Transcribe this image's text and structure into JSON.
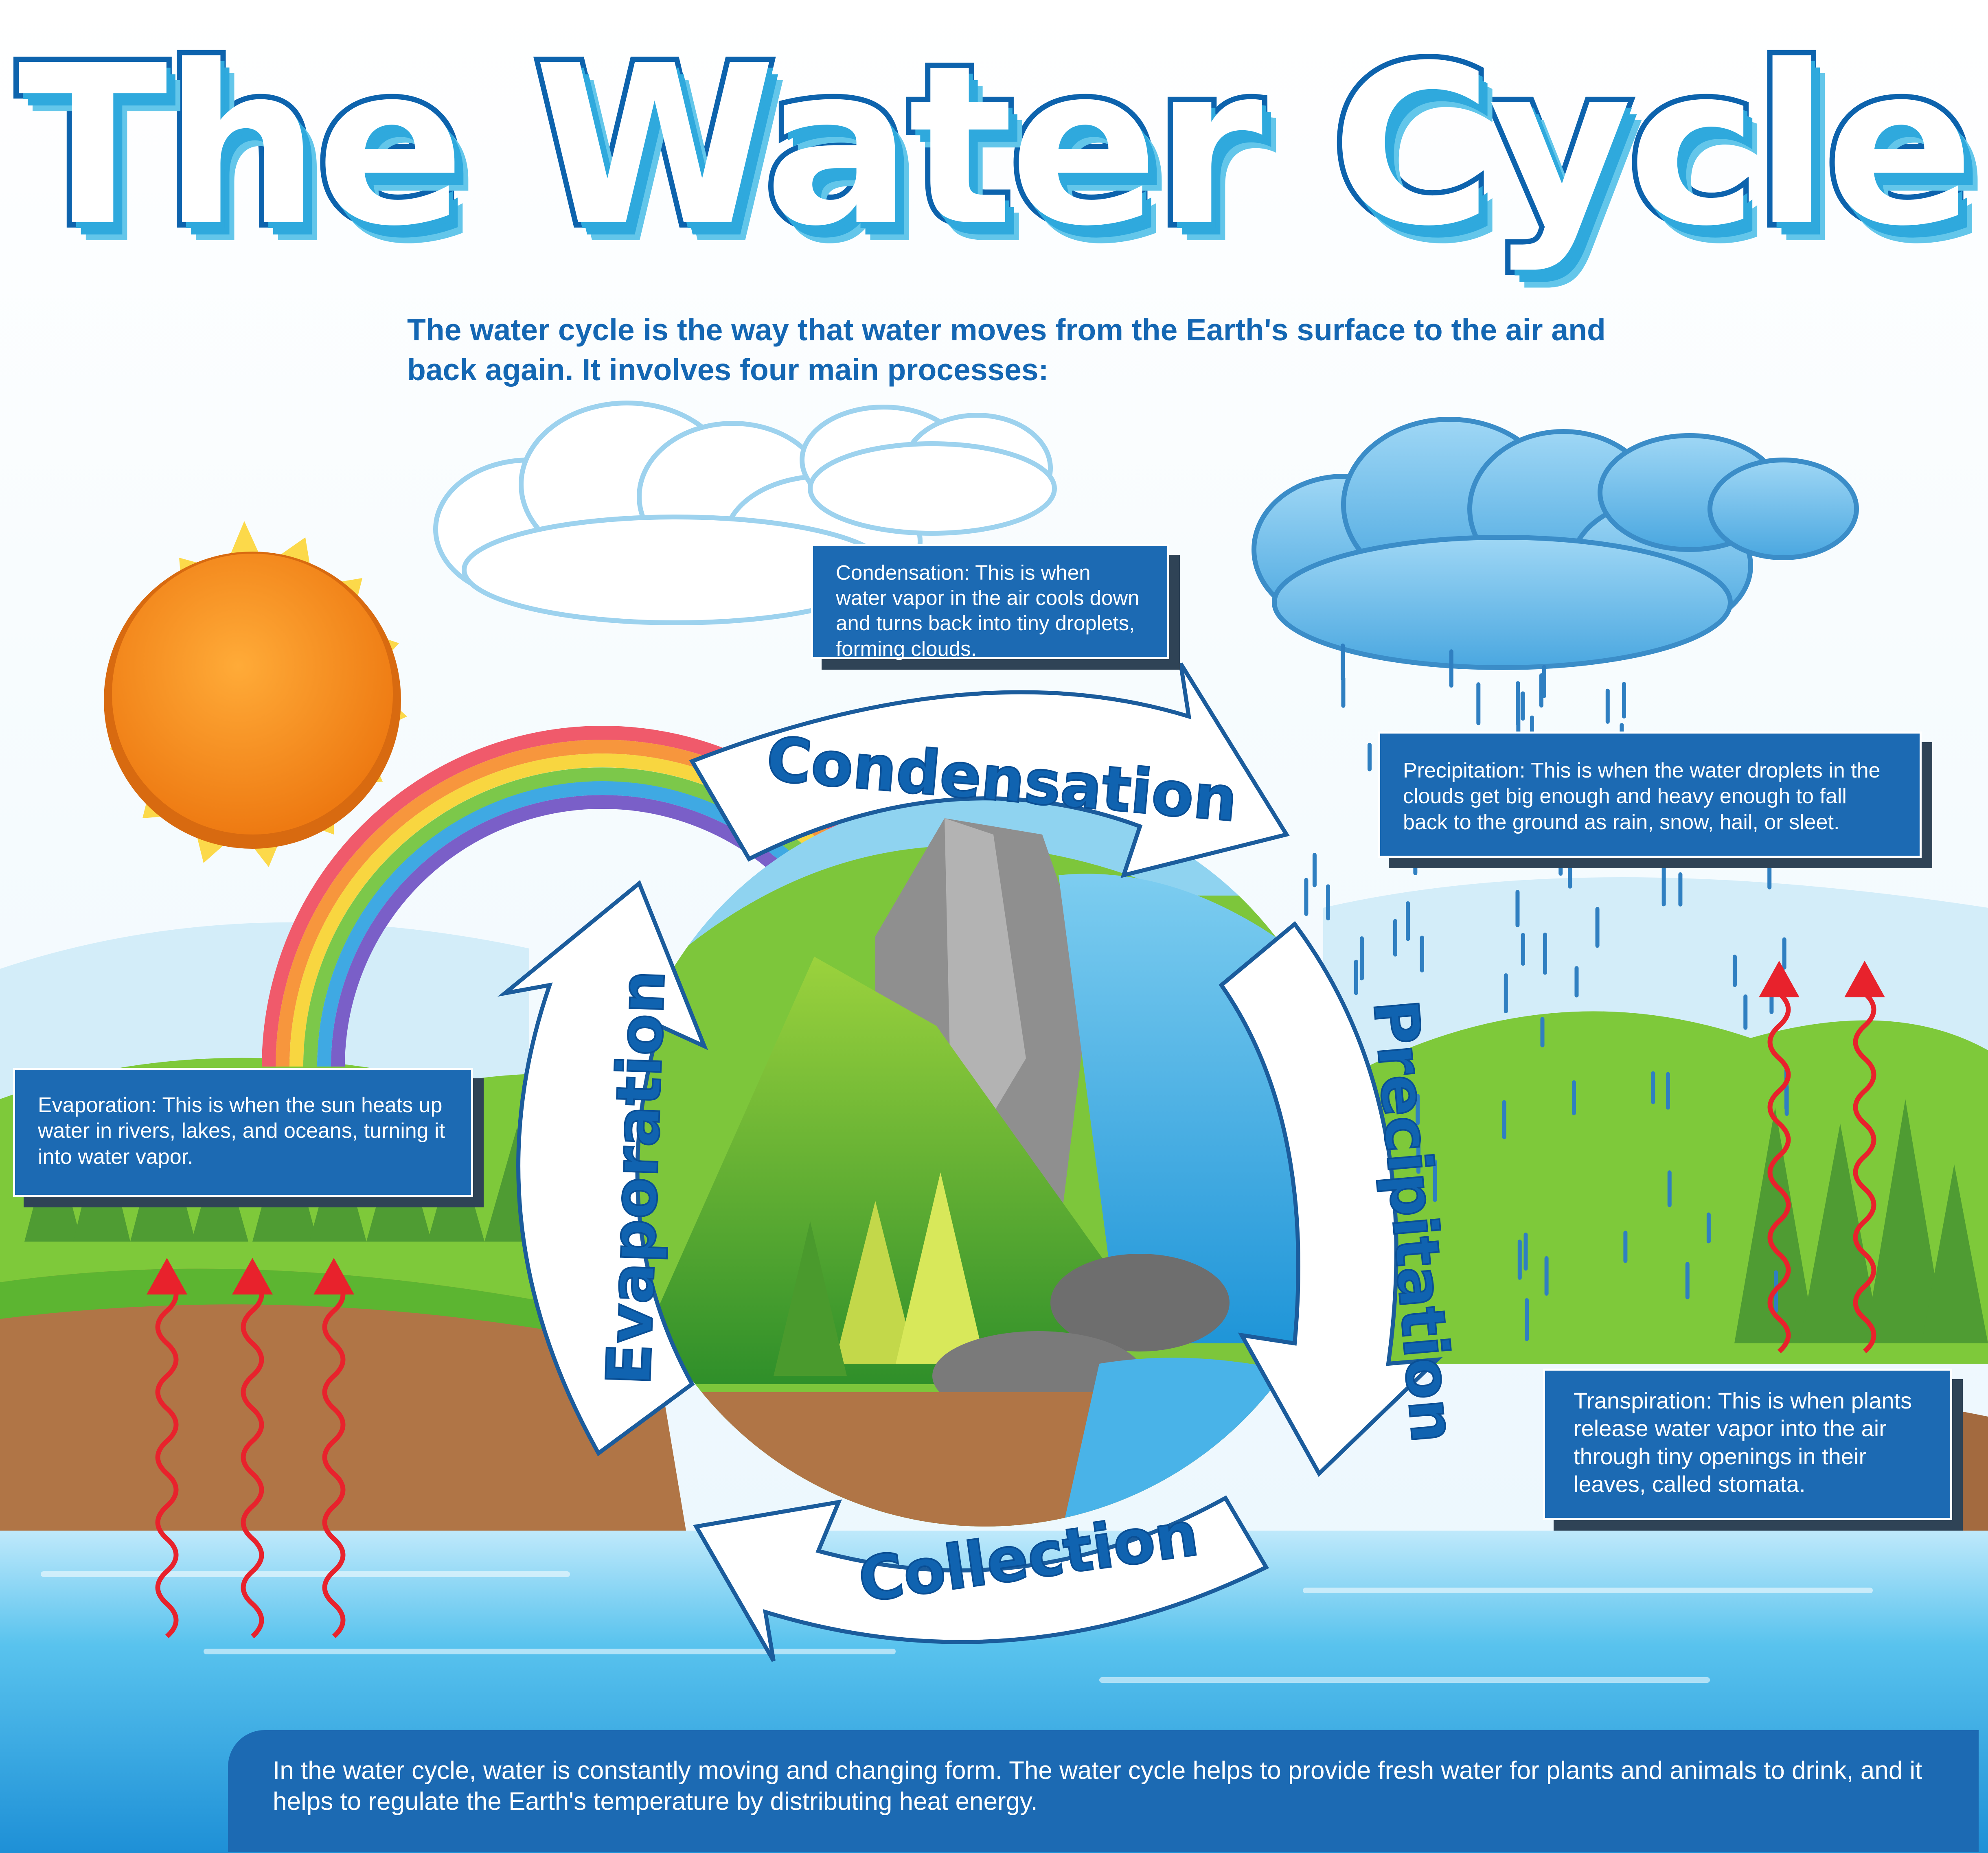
{
  "title": "The Water Cycle",
  "intro": "The water cycle is the way that water moves from the Earth's surface to the air and back again. It involves four main processes:",
  "stages": {
    "condensation": "Condensation",
    "precipitation": "Precipitation",
    "collection": "Collection",
    "evaporation": "Evaporation"
  },
  "boxes": {
    "condensation": "Condensation: This is when water vapor in the air cools down and turns back into tiny droplets, forming clouds.",
    "precipitation": "Precipitation: This is when the water droplets in the clouds get big enough and heavy enough to fall back to the ground as rain, snow, hail, or sleet.",
    "evaporation": "Evaporation: This is when the sun heats up water in rivers, lakes, and oceans, turning it into water vapor.",
    "transpiration": "Transpiration: This is when plants release water vapor into the air through tiny openings in their leaves, called stomata."
  },
  "summary": "In the water cycle, water is constantly moving and changing form. The water cycle helps to provide fresh water for plants and animals to drink, and it helps to regulate the Earth's temperature by distributing heat energy.",
  "colors": {
    "text_blue": "#1467b3",
    "box_blue": "#1c6ab3",
    "sun": "#f28c1a",
    "water": "#3fb3e6",
    "grass": "#5cb531"
  }
}
